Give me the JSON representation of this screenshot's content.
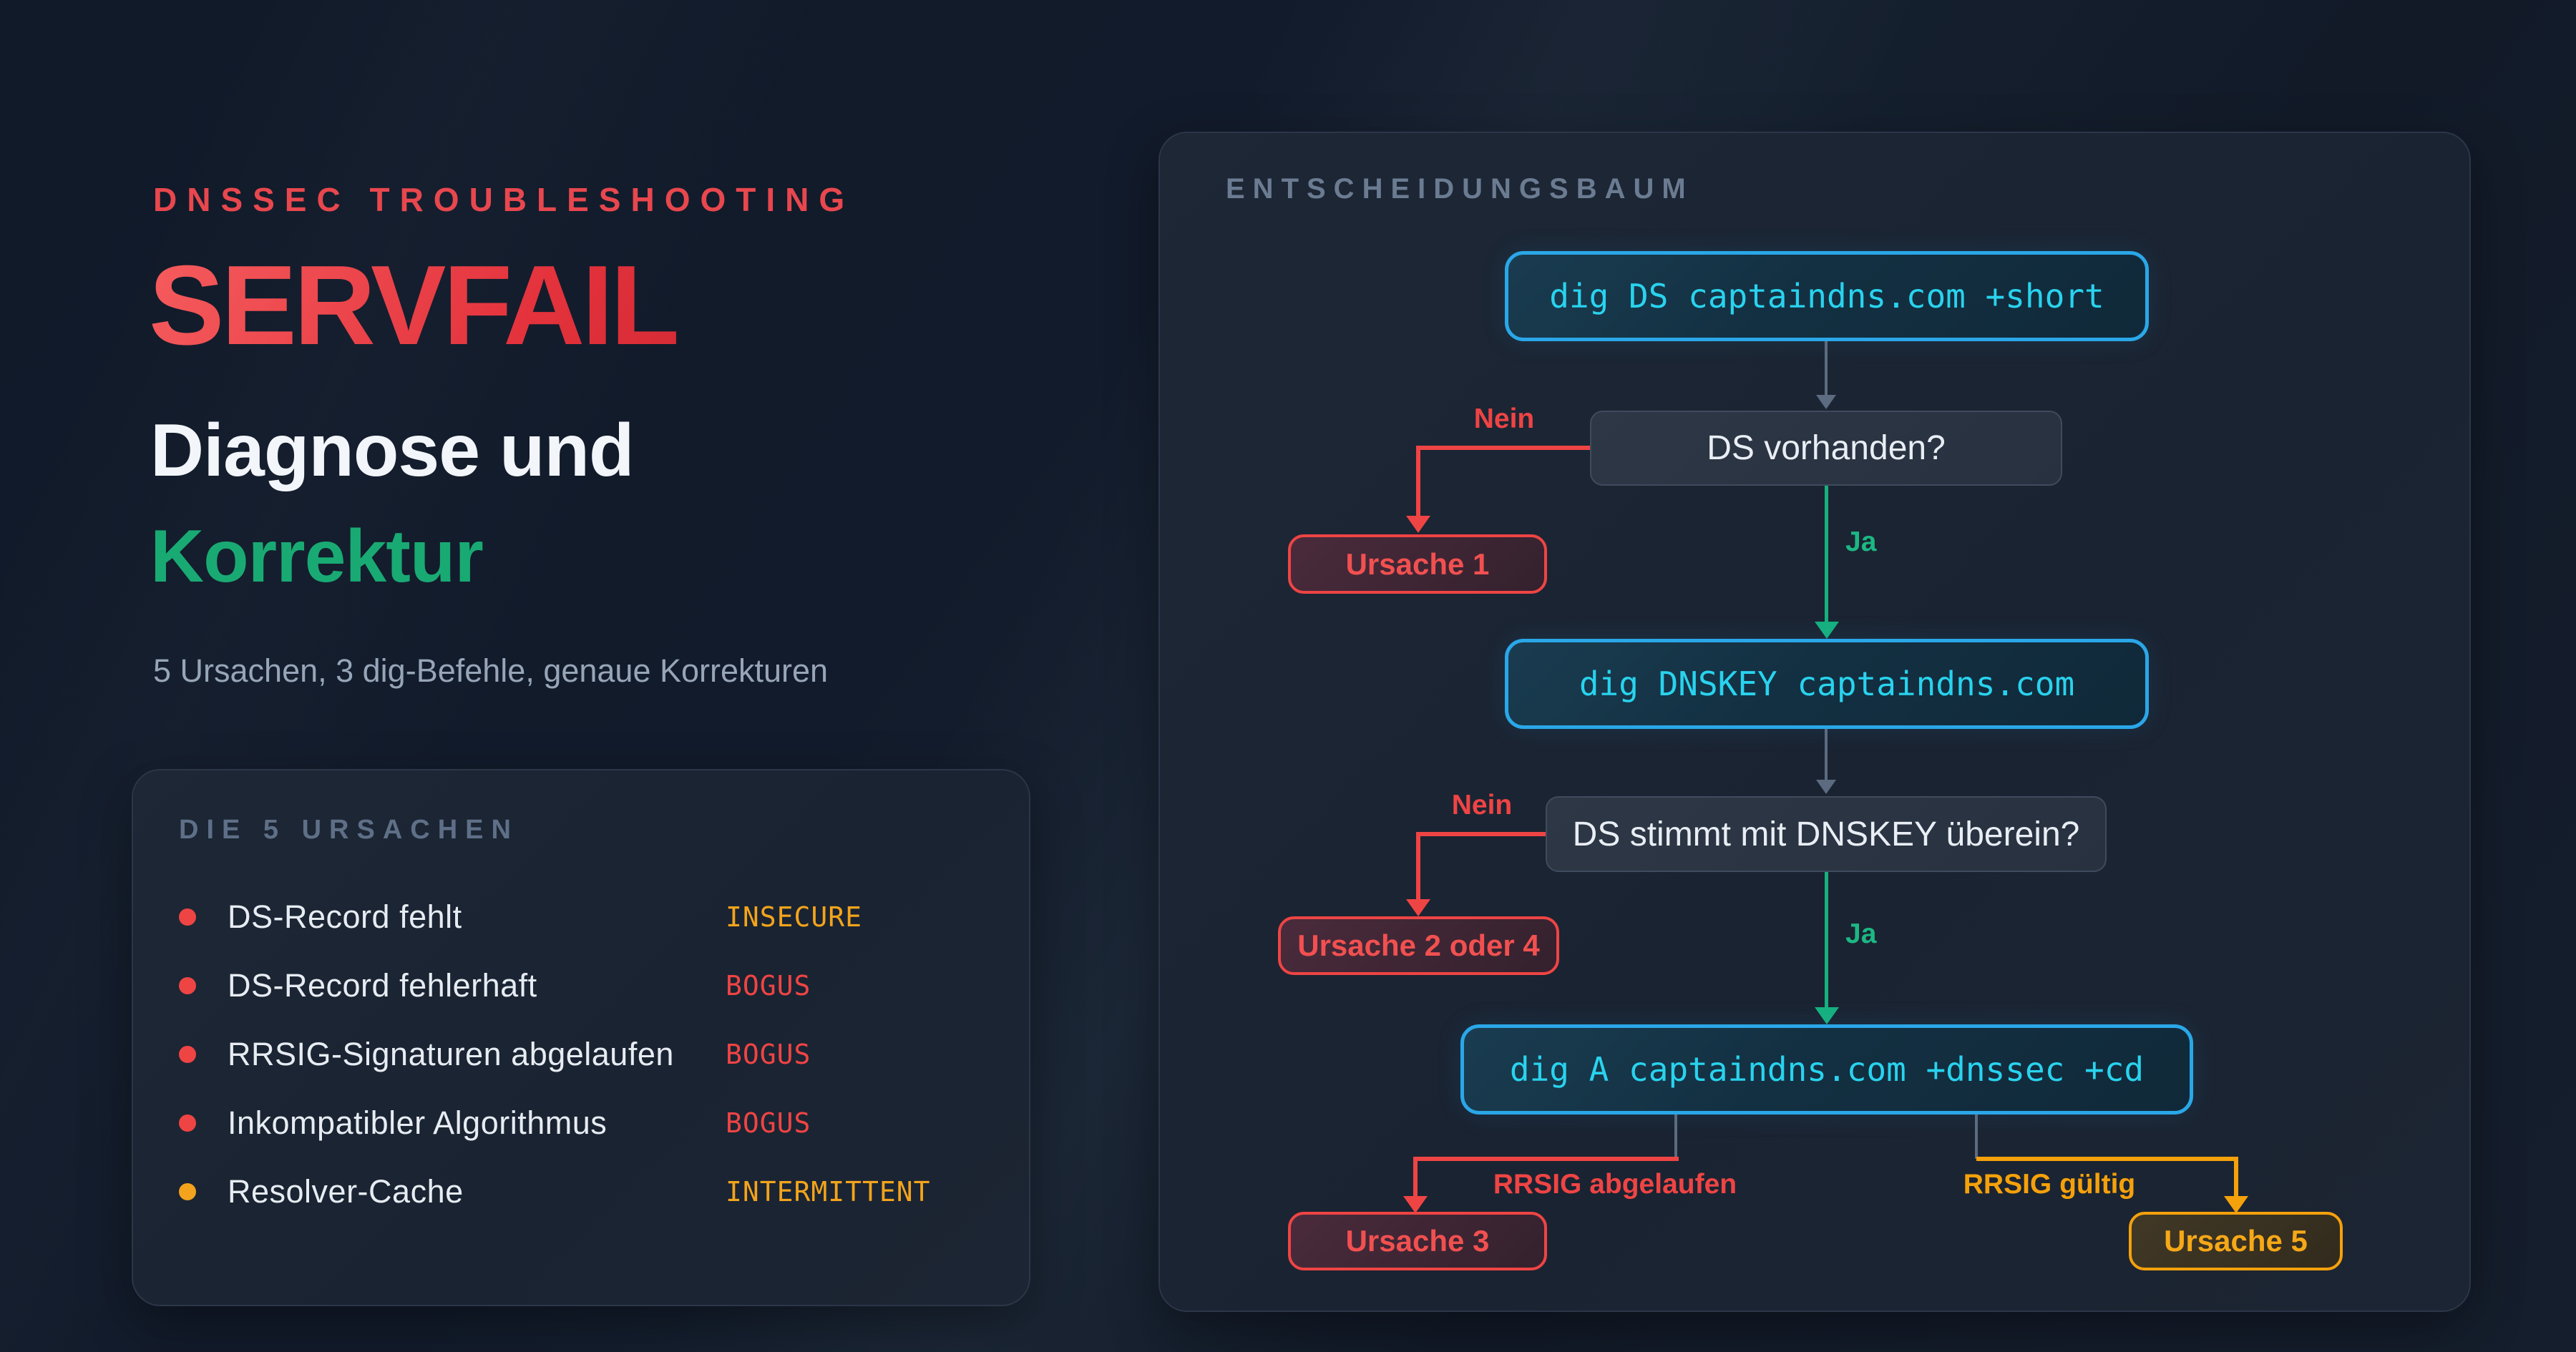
{
  "hero": {
    "eyebrow": "DNSSEC TROUBLESHOOTING",
    "title": "SERVFAIL",
    "subtitle_line1": "Diagnose und",
    "subtitle_line2": "Korrektur",
    "tagline": "5 Ursachen, 3 dig-Befehle, genaue Korrekturen"
  },
  "causes": {
    "header": "DIE 5 URSACHEN",
    "items": [
      {
        "label": "DS-Record fehlt",
        "status": "INSECURE",
        "status_color": "#f3a41c",
        "bullet_color": "#ef4444"
      },
      {
        "label": "DS-Record fehlerhaft",
        "status": "BOGUS",
        "status_color": "#ef4444",
        "bullet_color": "#ef4444"
      },
      {
        "label": "RRSIG-Signaturen abgelaufen",
        "status": "BOGUS",
        "status_color": "#ef4444",
        "bullet_color": "#ef4444"
      },
      {
        "label": "Inkompatibler Algorithmus",
        "status": "BOGUS",
        "status_color": "#ef4444",
        "bullet_color": "#ef4444"
      },
      {
        "label": "Resolver-Cache",
        "status": "INTERMITTENT",
        "status_color": "#f3a41c",
        "bullet_color": "#f3a41c"
      }
    ]
  },
  "tree": {
    "header": "ENTSCHEIDUNGSBAUM",
    "nodes": {
      "cmd1": "dig DS captaindns.com +short",
      "q1": "DS vorhanden?",
      "cause1": "Ursache 1",
      "cmd2": "dig DNSKEY captaindns.com",
      "q2": "DS stimmt mit DNSKEY überein?",
      "cause24": "Ursache 2 oder 4",
      "cmd3": "dig A captaindns.com +dnssec +cd",
      "cause3": "Ursache 3",
      "cause5": "Ursache 5"
    },
    "labels": {
      "no1": "Nein",
      "yes1": "Ja",
      "no2": "Nein",
      "yes2": "Ja",
      "branch_left": "RRSIG abgelaufen",
      "branch_right": "RRSIG gültig"
    }
  },
  "colors": {
    "background": "#121b2b",
    "card_background": "#1b2432",
    "accent_red": "#ef4444",
    "accent_green": "#17b07e",
    "accent_amber": "#f5a10b",
    "accent_cyan_text": "#29d3ee",
    "accent_blue_border": "#2aa7e8",
    "gray_connector": "#5c6b80",
    "title_red": "#e4333d",
    "heading_muted": "#5e6f87"
  }
}
